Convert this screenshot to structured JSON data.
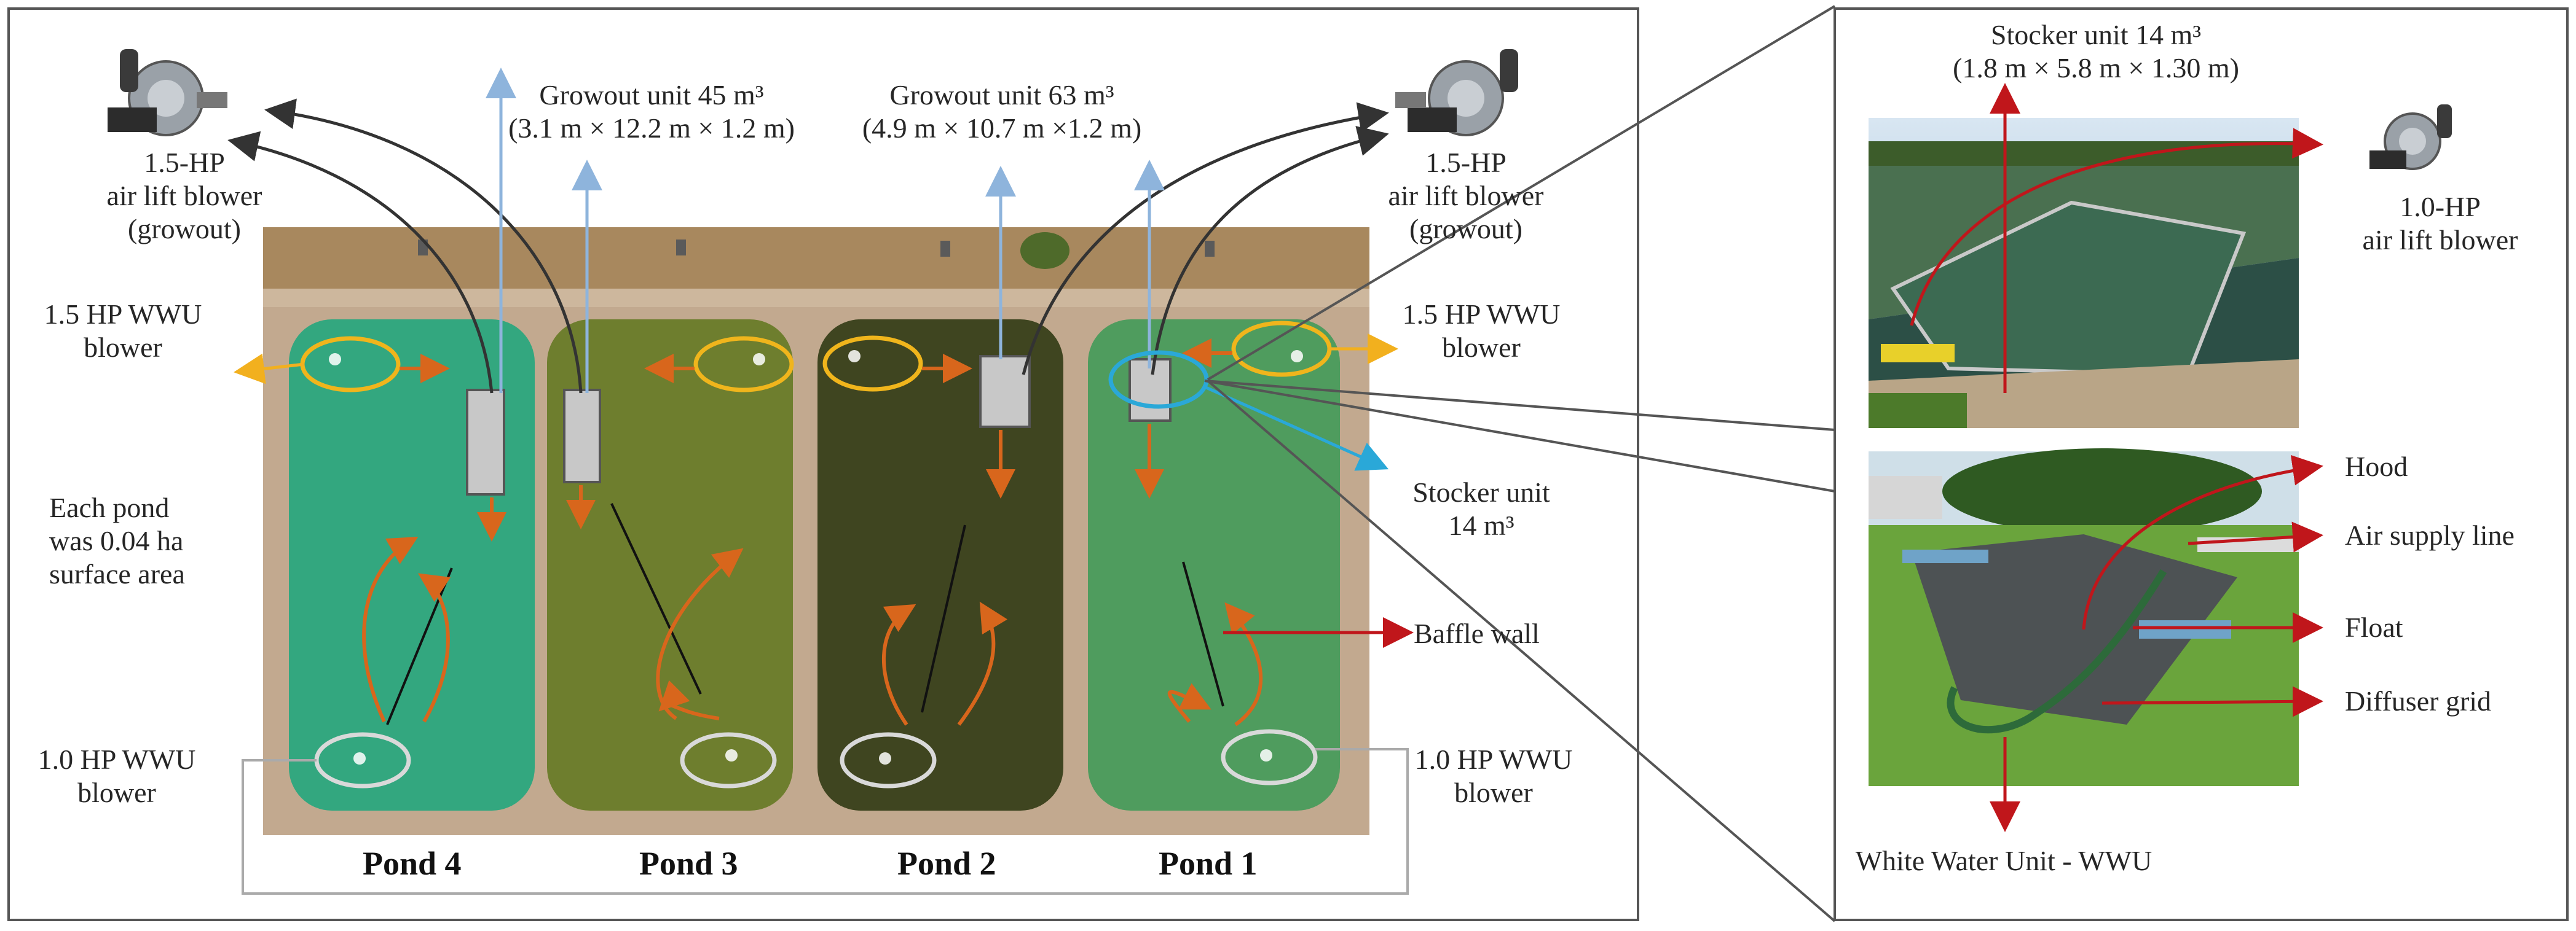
{
  "left_panel": {
    "labels": {
      "blower_tl": [
        "1.5-HP",
        "air lift blower",
        "(growout)"
      ],
      "blower_tr": [
        "1.5-HP",
        "air lift blower",
        "(growout)"
      ],
      "growout45": [
        "Growout unit 45 m³",
        "(3.1 m × 12.2 m × 1.2 m)"
      ],
      "growout63": [
        "Growout unit 63 m³",
        "(4.9 m × 10.7 m ×1.2 m)"
      ],
      "wwu15_left": [
        "1.5 HP WWU",
        "blower"
      ],
      "wwu15_right": [
        "1.5 HP WWU",
        "blower"
      ],
      "pond_area": [
        "Each pond",
        "was 0.04 ha",
        "surface area"
      ],
      "stocker": [
        "Stocker unit",
        "14 m³"
      ],
      "baffle": "Baffle wall",
      "wwu10_left": [
        "1.0 HP WWU",
        "blower"
      ],
      "wwu10_right": [
        "1.0 HP WWU",
        "blower"
      ]
    },
    "ponds": [
      "Pond 4",
      "Pond 3",
      "Pond 2",
      "Pond 1"
    ]
  },
  "right_panel": {
    "stocker_title": [
      "Stocker unit 14 m³",
      "(1.8 m × 5.8 m × 1.30 m)"
    ],
    "blower10": [
      "1.0-HP",
      "air lift blower"
    ],
    "parts": {
      "hood": "Hood",
      "air_supply": "Air supply line",
      "float": "Float",
      "diffuser": "Diffuser grid"
    },
    "wwu_title": "White Water Unit - WWU"
  },
  "colors": {
    "growout_arrow": "#8eb4dc",
    "wwu15_ring": "#f0b51c",
    "wwu15_arrow": "#f2b01e",
    "flow_arrow": "#d8661c",
    "stocker_ring": "#2aa8d8",
    "wwu10_ring": "#d9d9d9",
    "callout_red": "#c0161b",
    "pond_teal": "#33a77f",
    "pond_olive": "#6e7e2e",
    "pond_dark": "#3f4520"
  }
}
